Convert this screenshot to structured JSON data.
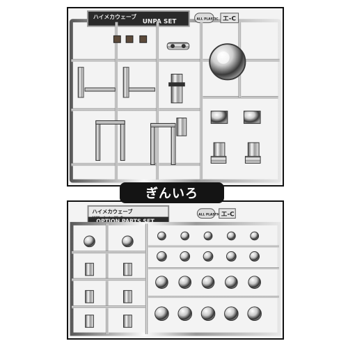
{
  "caption": "ぎんいろ",
  "top_sprue": {
    "logo": "ハイメカウェーブ",
    "set_name": "UNPA SET",
    "badge": "ALL PLASTIC",
    "code": "エ-C"
  },
  "bottom_sprue": {
    "logo": "ハイメカウェーブ",
    "subtitle": "HiMechatroWeGo",
    "set_name": "OPTION PARTS SET",
    "badge": "ALL PLASTIC",
    "code": "エ-C"
  },
  "colors": {
    "chrome_light": "#f7f7f7",
    "chrome_mid": "#b9b9b9",
    "chrome_dark": "#4a4a4a",
    "caption_bg": "#141414"
  }
}
